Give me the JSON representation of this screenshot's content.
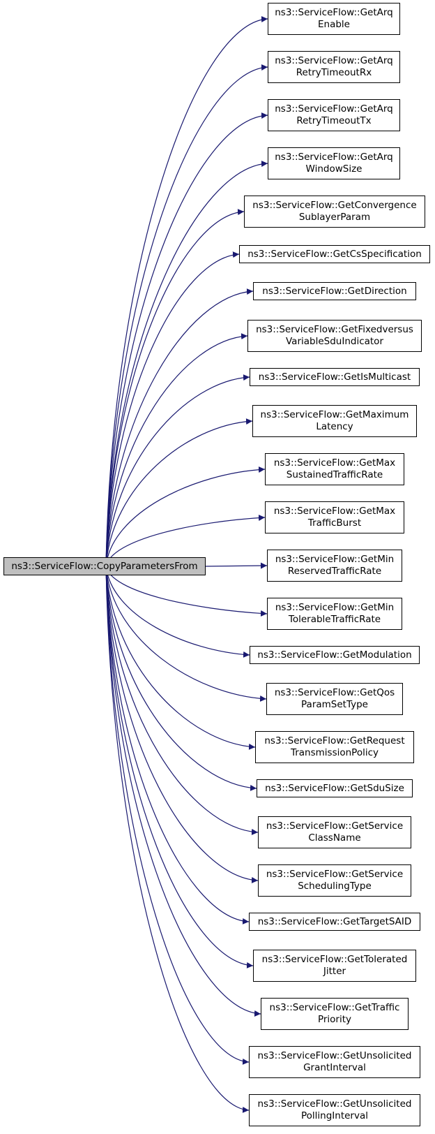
{
  "root": {
    "lines": [
      "ns3::ServiceFlow::CopyParametersFrom"
    ]
  },
  "callees": [
    {
      "lines": [
        "ns3::ServiceFlow::GetArq",
        "Enable"
      ]
    },
    {
      "lines": [
        "ns3::ServiceFlow::GetArq",
        "RetryTimeoutRx"
      ]
    },
    {
      "lines": [
        "ns3::ServiceFlow::GetArq",
        "RetryTimeoutTx"
      ]
    },
    {
      "lines": [
        "ns3::ServiceFlow::GetArq",
        "WindowSize"
      ]
    },
    {
      "lines": [
        "ns3::ServiceFlow::GetConvergence",
        "SublayerParam"
      ]
    },
    {
      "lines": [
        "ns3::ServiceFlow::GetCsSpecification"
      ]
    },
    {
      "lines": [
        "ns3::ServiceFlow::GetDirection"
      ]
    },
    {
      "lines": [
        "ns3::ServiceFlow::GetFixedversus",
        "VariableSduIndicator"
      ]
    },
    {
      "lines": [
        "ns3::ServiceFlow::GetIsMulticast"
      ]
    },
    {
      "lines": [
        "ns3::ServiceFlow::GetMaximum",
        "Latency"
      ]
    },
    {
      "lines": [
        "ns3::ServiceFlow::GetMax",
        "SustainedTrafficRate"
      ]
    },
    {
      "lines": [
        "ns3::ServiceFlow::GetMax",
        "TrafficBurst"
      ]
    },
    {
      "lines": [
        "ns3::ServiceFlow::GetMin",
        "ReservedTrafficRate"
      ]
    },
    {
      "lines": [
        "ns3::ServiceFlow::GetMin",
        "TolerableTrafficRate"
      ]
    },
    {
      "lines": [
        "ns3::ServiceFlow::GetModulation"
      ]
    },
    {
      "lines": [
        "ns3::ServiceFlow::GetQos",
        "ParamSetType"
      ]
    },
    {
      "lines": [
        "ns3::ServiceFlow::GetRequest",
        "TransmissionPolicy"
      ]
    },
    {
      "lines": [
        "ns3::ServiceFlow::GetSduSize"
      ]
    },
    {
      "lines": [
        "ns3::ServiceFlow::GetService",
        "ClassName"
      ]
    },
    {
      "lines": [
        "ns3::ServiceFlow::GetService",
        "SchedulingType"
      ]
    },
    {
      "lines": [
        "ns3::ServiceFlow::GetTargetSAID"
      ]
    },
    {
      "lines": [
        "ns3::ServiceFlow::GetTolerated",
        "Jitter"
      ]
    },
    {
      "lines": [
        "ns3::ServiceFlow::GetTraffic",
        "Priority"
      ]
    },
    {
      "lines": [
        "ns3::ServiceFlow::GetUnsolicited",
        "GrantInterval"
      ]
    },
    {
      "lines": [
        "ns3::ServiceFlow::GetUnsolicited",
        "PollingInterval"
      ]
    }
  ],
  "colors": {
    "edge": "#191970",
    "root_fill": "#bfbfbf",
    "node_border": "#000000"
  }
}
